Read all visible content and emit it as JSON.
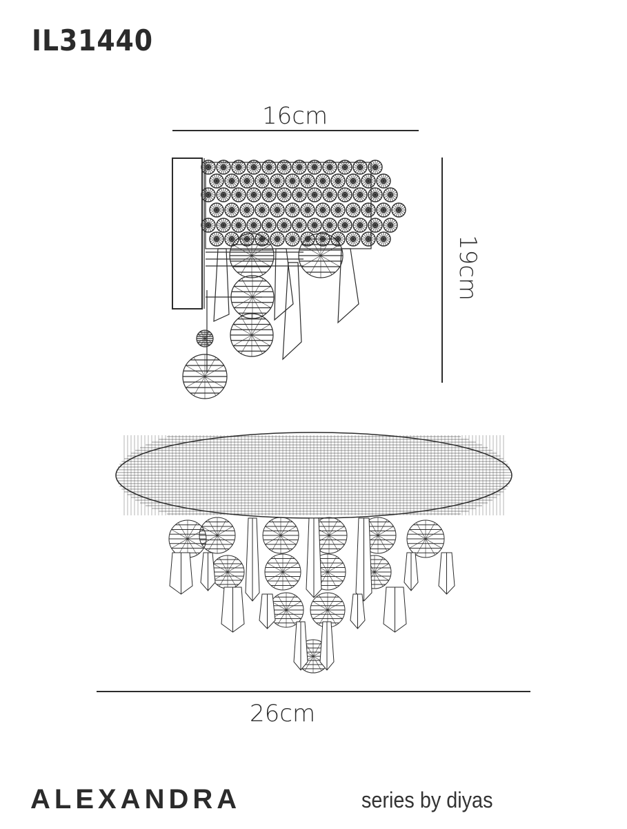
{
  "product": {
    "code": "IL31440",
    "series_name": "ALEXANDRA",
    "series_tagline": "series by diyas"
  },
  "dimensions": {
    "side_view_width": "16cm",
    "side_view_height": "19cm",
    "front_view_width": "26cm"
  },
  "colors": {
    "line": "#2b2b2b",
    "background": "#ffffff"
  }
}
